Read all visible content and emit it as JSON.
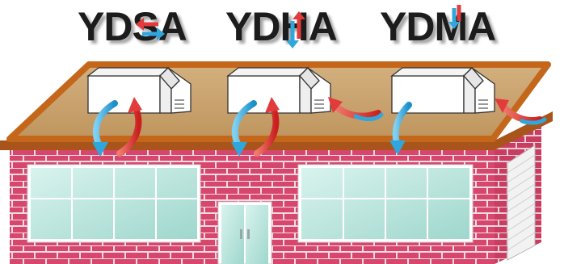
{
  "labels": {
    "ydsa": "YDSA",
    "ydha": "YDHA",
    "ydma": "YDMA"
  },
  "colors": {
    "roof_edge": "#c4671b",
    "roof_surface": "#c9a36f",
    "brick": "#d7476d",
    "mortar": "#f3dbe2",
    "glass": "#bfe8e0",
    "cool_arrow": "#2fa6dc",
    "warm_arrow": "#e23b3b",
    "label_text": "#1c1c1c"
  },
  "icons": [
    "cool-air-arrow",
    "warm-air-arrow",
    "rooftop-unit",
    "glass-door",
    "roller-door"
  ]
}
